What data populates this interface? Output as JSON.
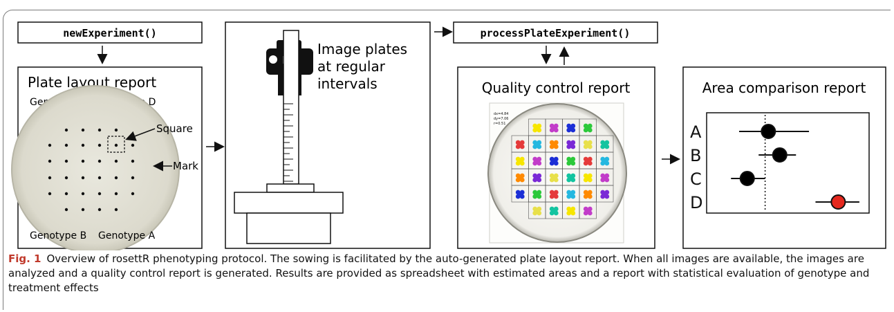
{
  "functions": {
    "new_experiment": "newExperiment()",
    "process_plate": "processPlateExperiment()"
  },
  "plate_layout": {
    "title": "Plate layout report",
    "genotype_top_left": "Genotype C",
    "genotype_top_right": "Genotype D",
    "genotype_bottom_left": "Genotype B",
    "genotype_bottom_right": "Genotype A",
    "square_label": "Square",
    "mark_label": "Mark"
  },
  "imaging": {
    "label_line1": "Image plates",
    "label_line2": "at regular",
    "label_line3": "intervals"
  },
  "quality_control": {
    "title": "Quality control report",
    "stats_line1": "dx=4.84",
    "stats_line2": "dy=7.06",
    "stats_line3": "r=0.51"
  },
  "area_comparison": {
    "title": "Area comparison report",
    "rows": [
      {
        "label": "A",
        "estimate": 0.38,
        "low": 0.2,
        "high": 0.63,
        "highlight": false
      },
      {
        "label": "B",
        "estimate": 0.45,
        "low": 0.32,
        "high": 0.55,
        "highlight": false
      },
      {
        "label": "C",
        "estimate": 0.25,
        "low": 0.15,
        "high": 0.36,
        "highlight": false
      },
      {
        "label": "D",
        "estimate": 0.81,
        "low": 0.67,
        "high": 0.94,
        "highlight": true
      }
    ],
    "reference_line": 0.36,
    "colors": {
      "default_point": "#000000",
      "highlight_point": "#e5281e"
    }
  },
  "caption": {
    "label": "Fig. 1",
    "text": "Overview of rosettR phenotyping protocol. The sowing is facilitated by the auto-generated plate layout report. When all images are available, the images are analyzed and a quality control report is generated. Results are provided as spreadsheet with estimated areas and a report with statistical evaluation of genotype and treatment effects"
  }
}
